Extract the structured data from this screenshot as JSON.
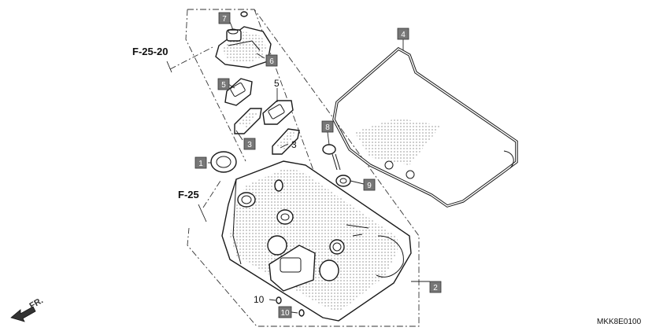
{
  "references": {
    "upper": "F-25-20",
    "lower": "F-25"
  },
  "direction_marker": "FR.",
  "diagram_code": "MKK8E0100",
  "callouts": [
    {
      "number": "1",
      "boxed": true
    },
    {
      "number": "2",
      "boxed": true
    },
    {
      "number": "3",
      "boxed": true
    },
    {
      "number": "3",
      "boxed": false
    },
    {
      "number": "4",
      "boxed": true
    },
    {
      "number": "5",
      "boxed": true
    },
    {
      "number": "5",
      "boxed": false
    },
    {
      "number": "6",
      "boxed": true
    },
    {
      "number": "7",
      "boxed": true
    },
    {
      "number": "8",
      "boxed": true
    },
    {
      "number": "9",
      "boxed": true
    },
    {
      "number": "10",
      "boxed": false
    },
    {
      "number": "10",
      "boxed": true
    }
  ],
  "colors": {
    "line": "#1a1a1a",
    "callout_box": "#777777",
    "background": "#ffffff"
  }
}
